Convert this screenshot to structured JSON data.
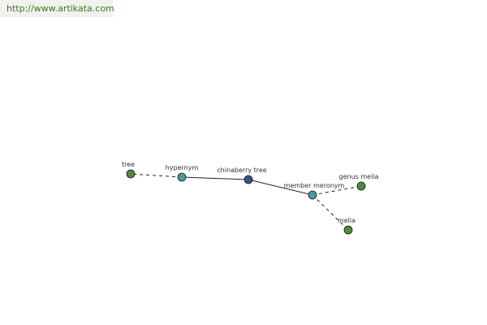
{
  "site": {
    "url_text": "http://www.artikata.com"
  },
  "colors": {
    "root": "#3d4f8c",
    "relation": "#4a9a9a",
    "term": "#4e8a3e",
    "edge": "#222222",
    "site_text": "#3a7a1a"
  },
  "graph": {
    "nodes": [
      {
        "id": "chinaberry-tree",
        "label": "chinaberry tree",
        "kind": "root"
      },
      {
        "id": "hypernym",
        "label": "hypernym",
        "kind": "relation"
      },
      {
        "id": "member-meronym",
        "label": "member meronym",
        "kind": "relation"
      },
      {
        "id": "tree",
        "label": "tree",
        "kind": "term"
      },
      {
        "id": "genus-melia",
        "label": "genus melia",
        "kind": "term"
      },
      {
        "id": "melia",
        "label": "melia",
        "kind": "term"
      }
    ],
    "edges": [
      {
        "from": "chinaberry-tree",
        "to": "hypernym",
        "style": "solid"
      },
      {
        "from": "chinaberry-tree",
        "to": "member-meronym",
        "style": "solid"
      },
      {
        "from": "hypernym",
        "to": "tree",
        "style": "dashed"
      },
      {
        "from": "member-meronym",
        "to": "genus-melia",
        "style": "dashed"
      },
      {
        "from": "member-meronym",
        "to": "melia",
        "style": "dashed"
      }
    ]
  }
}
